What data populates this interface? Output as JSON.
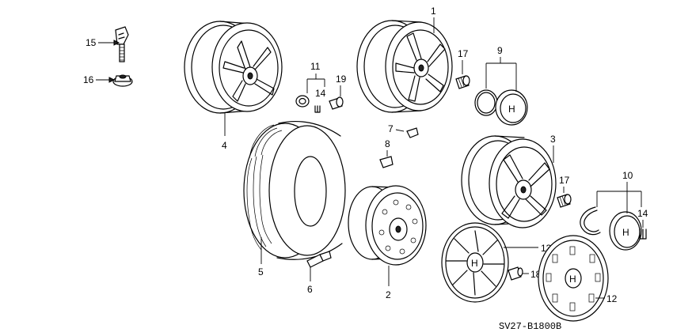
{
  "diagram_code": "SV27-B1800B",
  "callouts": {
    "c1": "1",
    "c2": "2",
    "c3": "3",
    "c4": "4",
    "c5": "5",
    "c6": "6",
    "c7": "7",
    "c8": "8",
    "c9": "9",
    "c10": "10",
    "c11": "11",
    "c12": "12",
    "c13": "13",
    "c14a": "14",
    "c14b": "14",
    "c15": "15",
    "c16": "16",
    "c17a": "17",
    "c17b": "17",
    "c18": "18",
    "c19": "19"
  }
}
